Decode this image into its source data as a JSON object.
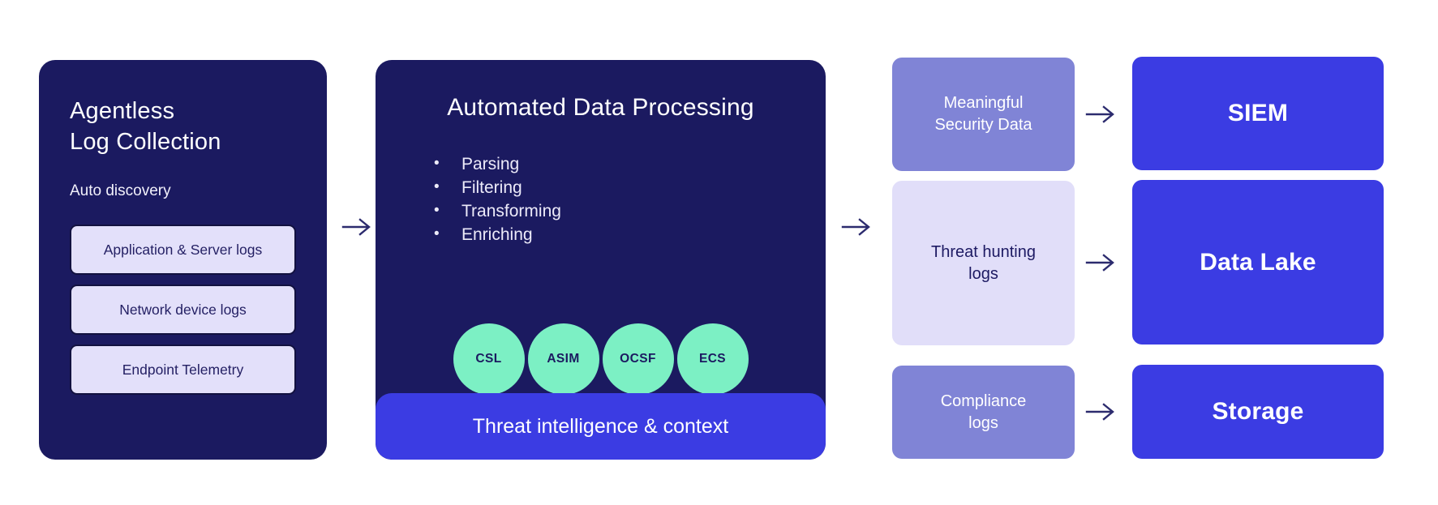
{
  "colors": {
    "navy_panel": "#1B1A60",
    "mint": "#7CF0C4",
    "royal_blue": "#3B3CE3",
    "periwinkle": "#8084D6",
    "lavender": "#E1DEF9",
    "chip_fill": "#E3E0FA",
    "chip_border": "#12113F",
    "arrow": "#2C2B6E",
    "background": "#FFFFFF"
  },
  "collection": {
    "title": "Agentless\nLog Collection",
    "subtitle": "Auto discovery",
    "chips": [
      {
        "label": "Application & Server logs"
      },
      {
        "label": "Network device logs"
      },
      {
        "label": "Endpoint Telemetry"
      }
    ]
  },
  "processing": {
    "title": "Automated Data Processing",
    "bullets": [
      {
        "label": "Parsing"
      },
      {
        "label": "Filtering"
      },
      {
        "label": "Transforming"
      },
      {
        "label": "Enriching"
      }
    ],
    "schemas": [
      {
        "label": "CSL"
      },
      {
        "label": "ASIM"
      },
      {
        "label": "OCSF"
      },
      {
        "label": "ECS"
      }
    ],
    "banner": "Threat intelligence & context"
  },
  "outputs": [
    {
      "label": "Meaningful\nSecurity Data"
    },
    {
      "label": "Threat hunting\nlogs"
    },
    {
      "label": "Compliance\nlogs"
    }
  ],
  "destinations": [
    {
      "label": "SIEM"
    },
    {
      "label": "Data Lake"
    },
    {
      "label": "Storage"
    }
  ],
  "arrows": {
    "icon": "arrow-right-icon",
    "count": 5
  }
}
